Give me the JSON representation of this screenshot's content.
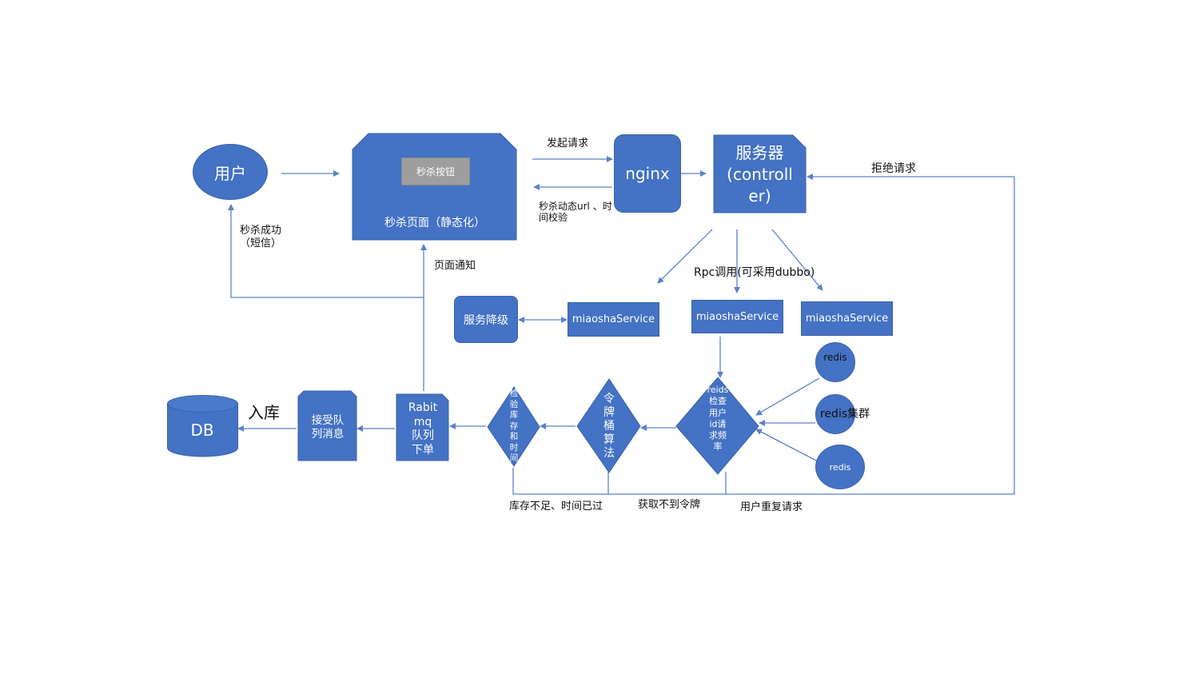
{
  "nodes": {
    "user": "用户",
    "seckill_page": "秒杀页面（静态化）",
    "seckill_button": "秒杀按钮",
    "nginx": "nginx",
    "server": "服务器\n(controll\ner)",
    "service_degrade": "服务降级",
    "service_left": "miaoshaService",
    "service_middle": "miaoshaService",
    "service_right": "miaoshaService",
    "redis_top": "redis",
    "redis_cluster": "redis集群",
    "redis_bottom": "redis",
    "check_user": "reids\n检查\n用户\nid请\n求频\n率",
    "token_bucket": "令\n牌\n桶\n算\n法",
    "check_stock": "检\n验\n库\n存\n和\n时\n间",
    "rabbitmq": "Rabit\nmq\n队列\n下单",
    "consume_queue": "接受队\n列消息",
    "db": "DB"
  },
  "labels": {
    "send_request": "发起请求",
    "dynamic_url": "秒杀动态url 、时\n间校验",
    "reject_request": "拒绝请求",
    "seckill_success": "秒杀成功\n（短信）",
    "page_notify": "页面通知",
    "rpc_call": "Rpc调用(可采用dubbo)",
    "to_db": "入库",
    "stock_insufficient": "库存不足、时间已过",
    "no_token": "获取不到令牌",
    "duplicate_request": "用户重复请求"
  },
  "colors": {
    "node_fill": "#4472c4",
    "node_border": "#3a62a8",
    "line": "#5b82c9",
    "button_fill": "#9e9e9e",
    "text": "#111111"
  }
}
